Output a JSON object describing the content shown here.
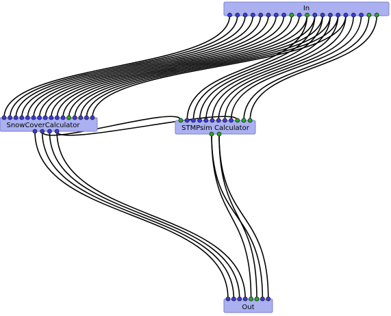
{
  "diagram": {
    "nodes": [
      {
        "id": "in",
        "label": "In",
        "fill": "#aab0f0",
        "stroke": "#7c82c8",
        "top_ports": [],
        "bottom_ports": [
          "b",
          "b",
          "b",
          "b",
          "b",
          "b",
          "b",
          "b",
          "g",
          "b",
          "g",
          "b",
          "b",
          "b",
          "b",
          "b",
          "b",
          "b",
          "g",
          "g"
        ]
      },
      {
        "id": "snow",
        "label": "SnowCoverCalculator",
        "fill": "#aab0f0",
        "stroke": "#7c82c8",
        "top_ports": [
          "b",
          "b",
          "b",
          "b",
          "b",
          "b",
          "b",
          "b",
          "b",
          "b",
          "b",
          "g",
          "b",
          "b",
          "b",
          "b"
        ],
        "bottom_ports": [
          "b",
          "b",
          "b",
          "b"
        ]
      },
      {
        "id": "stmp",
        "label": "STMPsim Calculator",
        "fill": "#aab0f0",
        "stroke": "#7c82c8",
        "top_ports": [
          "g",
          "b",
          "b",
          "b",
          "b",
          "b",
          "b",
          "b",
          "b",
          "g",
          "g",
          "g"
        ],
        "bottom_ports": [
          "g",
          "g"
        ]
      },
      {
        "id": "out",
        "label": "Out",
        "fill": "#aab0f0",
        "stroke": "#7c82c8",
        "top_ports": [
          "b",
          "b",
          "b",
          "b",
          "g",
          "g",
          "b",
          "b"
        ],
        "bottom_ports": []
      }
    ],
    "port_colors": {
      "b": "#3a3ad8",
      "g": "#22aa22"
    },
    "wire_color": "#000000",
    "edges": [
      [
        "in",
        0,
        "snow",
        0
      ],
      [
        "in",
        1,
        "snow",
        1
      ],
      [
        "in",
        2,
        "snow",
        2
      ],
      [
        "in",
        3,
        "snow",
        3
      ],
      [
        "in",
        4,
        "snow",
        4
      ],
      [
        "in",
        5,
        "snow",
        5
      ],
      [
        "in",
        6,
        "snow",
        6
      ],
      [
        "in",
        7,
        "snow",
        7
      ],
      [
        "in",
        8,
        "snow",
        8
      ],
      [
        "in",
        9,
        "snow",
        9
      ],
      [
        "in",
        10,
        "snow",
        10
      ],
      [
        "in",
        11,
        "snow",
        11
      ],
      [
        "in",
        12,
        "snow",
        12
      ],
      [
        "in",
        13,
        "snow",
        13
      ],
      [
        "in",
        14,
        "snow",
        14
      ],
      [
        "in",
        15,
        "snow",
        15
      ],
      [
        "in",
        10,
        "stmp",
        1
      ],
      [
        "in",
        11,
        "stmp",
        2
      ],
      [
        "in",
        12,
        "stmp",
        3
      ],
      [
        "in",
        13,
        "stmp",
        4
      ],
      [
        "in",
        14,
        "stmp",
        5
      ],
      [
        "in",
        15,
        "stmp",
        6
      ],
      [
        "in",
        16,
        "stmp",
        7
      ],
      [
        "in",
        17,
        "stmp",
        8
      ],
      [
        "in",
        18,
        "stmp",
        10
      ],
      [
        "in",
        19,
        "stmp",
        11
      ],
      [
        "snow",
        0,
        "out",
        0
      ],
      [
        "snow",
        1,
        "out",
        1
      ],
      [
        "snow",
        2,
        "out",
        2
      ],
      [
        "snow",
        3,
        "out",
        3
      ],
      [
        "stmp",
        0,
        "out",
        4
      ],
      [
        "stmp",
        1,
        "out",
        5
      ],
      [
        "stmp",
        0,
        "out",
        6
      ],
      [
        "stmp",
        1,
        "out",
        7
      ],
      [
        "snow",
        1,
        "stmp",
        0
      ],
      [
        "snow",
        3,
        "stmp",
        9
      ]
    ]
  }
}
